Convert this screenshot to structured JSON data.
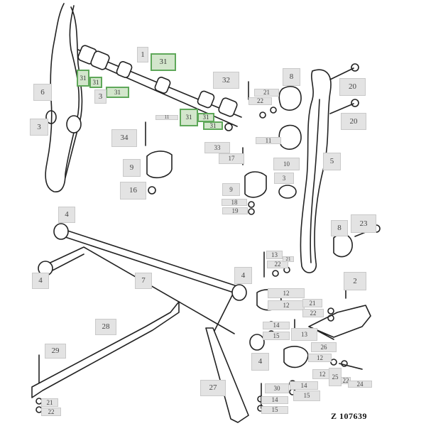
{
  "diagram": {
    "reference": "Z 107639",
    "labels": [
      {
        "text": "1",
        "highlighted": false
      },
      {
        "text": "31",
        "highlighted": true
      },
      {
        "text": "31",
        "highlighted": true
      },
      {
        "text": "31",
        "highlighted": true
      },
      {
        "text": "31",
        "highlighted": true
      },
      {
        "text": "3",
        "highlighted": false
      },
      {
        "text": "6",
        "highlighted": false
      },
      {
        "text": "3",
        "highlighted": false
      },
      {
        "text": "11",
        "highlighted": false
      },
      {
        "text": "31",
        "highlighted": true
      },
      {
        "text": "31",
        "highlighted": true
      },
      {
        "text": "31",
        "highlighted": true
      },
      {
        "text": "34",
        "highlighted": false
      },
      {
        "text": "9",
        "highlighted": false
      },
      {
        "text": "16",
        "highlighted": false
      },
      {
        "text": "4",
        "highlighted": false
      },
      {
        "text": "4",
        "highlighted": false
      },
      {
        "text": "7",
        "highlighted": false
      },
      {
        "text": "28",
        "highlighted": false
      },
      {
        "text": "29",
        "highlighted": false
      },
      {
        "text": "27",
        "highlighted": false
      },
      {
        "text": "21",
        "highlighted": false
      },
      {
        "text": "22",
        "highlighted": false
      },
      {
        "text": "32",
        "highlighted": false
      },
      {
        "text": "8",
        "highlighted": false
      },
      {
        "text": "21",
        "highlighted": false
      },
      {
        "text": "22",
        "highlighted": false
      },
      {
        "text": "20",
        "highlighted": false
      },
      {
        "text": "20",
        "highlighted": false
      },
      {
        "text": "33",
        "highlighted": false
      },
      {
        "text": "11",
        "highlighted": false
      },
      {
        "text": "17",
        "highlighted": false
      },
      {
        "text": "10",
        "highlighted": false
      },
      {
        "text": "5",
        "highlighted": false
      },
      {
        "text": "3",
        "highlighted": false
      },
      {
        "text": "9",
        "highlighted": false
      },
      {
        "text": "18",
        "highlighted": false
      },
      {
        "text": "19",
        "highlighted": false
      },
      {
        "text": "8",
        "highlighted": false
      },
      {
        "text": "23",
        "highlighted": false
      },
      {
        "text": "4",
        "highlighted": false
      },
      {
        "text": "13",
        "highlighted": false
      },
      {
        "text": "22",
        "highlighted": false
      },
      {
        "text": "21",
        "highlighted": false
      },
      {
        "text": "12",
        "highlighted": false
      },
      {
        "text": "12",
        "highlighted": false
      },
      {
        "text": "2",
        "highlighted": false
      },
      {
        "text": "21",
        "highlighted": false
      },
      {
        "text": "22",
        "highlighted": false
      },
      {
        "text": "14",
        "highlighted": false
      },
      {
        "text": "15",
        "highlighted": false
      },
      {
        "text": "13",
        "highlighted": false
      },
      {
        "text": "26",
        "highlighted": false
      },
      {
        "text": "4",
        "highlighted": false
      },
      {
        "text": "12",
        "highlighted": false
      },
      {
        "text": "12",
        "highlighted": false
      },
      {
        "text": "25",
        "highlighted": false
      },
      {
        "text": "22",
        "highlighted": false
      },
      {
        "text": "24",
        "highlighted": false
      },
      {
        "text": "30",
        "highlighted": false
      },
      {
        "text": "14",
        "highlighted": false
      },
      {
        "text": "15",
        "highlighted": false
      },
      {
        "text": "14",
        "highlighted": false
      },
      {
        "text": "15",
        "highlighted": false
      }
    ]
  },
  "colors": {
    "label_bg": "#e3e3e3",
    "highlight_bg": "#d3e6cc",
    "highlight_border": "#5fa85a",
    "ink": "#222222"
  }
}
